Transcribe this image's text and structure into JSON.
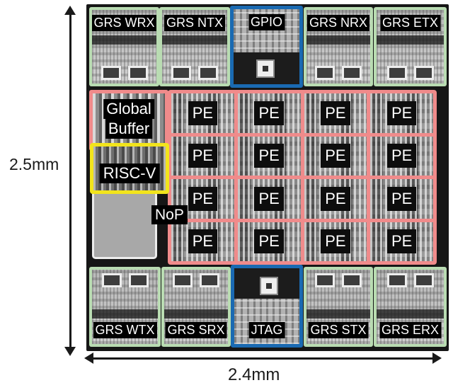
{
  "dimensions": {
    "height_label": "2.5mm",
    "width_label": "2.4mm"
  },
  "top_row": {
    "blocks": [
      {
        "label": "GRS WRX",
        "type": "grs"
      },
      {
        "label": "GRS NTX",
        "type": "grs"
      },
      {
        "label": "GPIO",
        "type": "io"
      },
      {
        "label": "GRS NRX",
        "type": "grs"
      },
      {
        "label": "GRS ETX",
        "type": "grs"
      }
    ]
  },
  "bottom_row": {
    "blocks": [
      {
        "label": "GRS WTX",
        "type": "grs"
      },
      {
        "label": "GRS SRX",
        "type": "grs"
      },
      {
        "label": "JTAG",
        "type": "io"
      },
      {
        "label": "GRS STX",
        "type": "grs"
      },
      {
        "label": "GRS ERX",
        "type": "grs"
      }
    ]
  },
  "core": {
    "global_buffer_line1": "Global",
    "global_buffer_line2": "Buffer",
    "riscv_label": "RISC-V",
    "nop_label": "NoP",
    "pe_label": "PE",
    "pe_grid": {
      "rows": 4,
      "cols": 4
    }
  },
  "colors": {
    "grs_border": "#b9dcb2",
    "io_border": "#1a6ab2",
    "core_border": "#f08b8b",
    "riscv_border": "#f2e41c",
    "label_bg": "#000000",
    "label_text": "#ffffff",
    "die_background": "#161616"
  }
}
